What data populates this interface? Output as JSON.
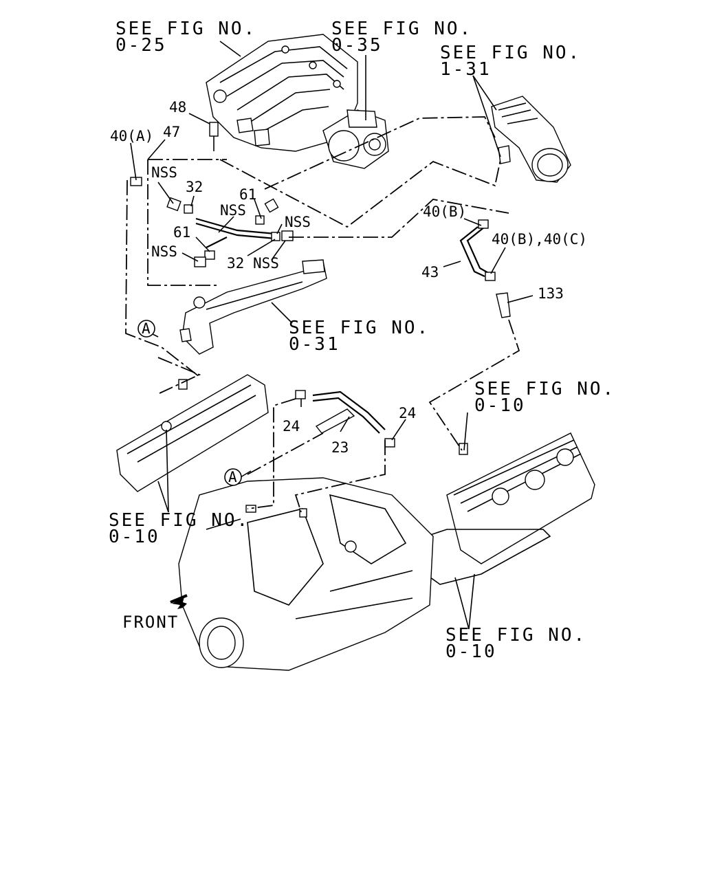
{
  "references": {
    "fig_0_25": [
      "SEE FIG NO.",
      "0-25"
    ],
    "fig_0_35": [
      "SEE FIG NO.",
      "0-35"
    ],
    "fig_1_31": [
      "SEE FIG NO.",
      "1-31"
    ],
    "fig_0_31": [
      "SEE FIG NO.",
      "0-31"
    ],
    "fig_0_10_right": [
      "SEE FIG NO.",
      "0-10"
    ],
    "fig_0_10_left": [
      "SEE FIG NO.",
      "0-10"
    ],
    "fig_0_10_bottom": [
      "SEE FIG NO.",
      "0-10"
    ]
  },
  "callouts": {
    "c48": "48",
    "c47": "47",
    "c40a": "40(A)",
    "nss1": "NSS",
    "c32a": "32",
    "c61a": "61",
    "nss2": "NSS",
    "nss3": "NSS",
    "c61b": "61",
    "nss4": "NSS",
    "c32b": "32",
    "nss5": "NSS",
    "c40b": "40(B)",
    "c40bc": "40(B),40(C)",
    "c43": "43",
    "c133": "133",
    "c24a": "24",
    "c24b": "24",
    "c23": "23"
  },
  "markers": {
    "a_top": "A",
    "a_bottom": "A"
  },
  "orientation": {
    "front_label": "FRONT"
  }
}
